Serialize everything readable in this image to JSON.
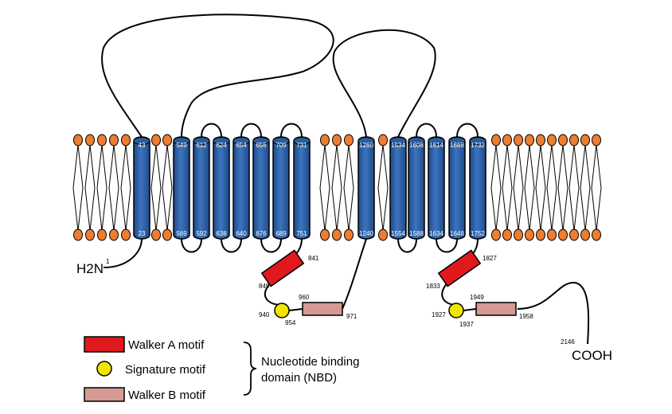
{
  "colors": {
    "helix": "#2e62a8",
    "lipid_head": "#ed7d31",
    "walker_a": "#e0191e",
    "signature": "#f2e600",
    "walker_b": "#d49a94"
  },
  "termini": {
    "n_terminus": "H2N",
    "n_residue": "1",
    "c_terminus": "COOH",
    "c_residue": "2146"
  },
  "helices": [
    {
      "top": "43",
      "bottom": "23"
    },
    {
      "top": "549",
      "bottom": "569"
    },
    {
      "top": "612",
      "bottom": "592"
    },
    {
      "top": "624",
      "bottom": "638"
    },
    {
      "top": "654",
      "bottom": "640"
    },
    {
      "top": "656",
      "bottom": "676"
    },
    {
      "top": "709",
      "bottom": "689"
    },
    {
      "top": "731",
      "bottom": "751"
    },
    {
      "top": "1260",
      "bottom": "1240"
    },
    {
      "top": "1534",
      "bottom": "1554"
    },
    {
      "top": "1608",
      "bottom": "1588"
    },
    {
      "top": "1614",
      "bottom": "1634"
    },
    {
      "top": "1668",
      "bottom": "1648"
    },
    {
      "top": "1732",
      "bottom": "1752"
    }
  ],
  "nbd1": {
    "walker_a_start": "841",
    "walker_a_end": "849",
    "signature_start": "940",
    "signature_end": "954",
    "walker_b_start": "960",
    "walker_b_end": "971"
  },
  "nbd2": {
    "walker_a_start": "1827",
    "walker_a_end": "1833",
    "signature_start": "1927",
    "signature_end": "1937",
    "walker_b_start": "1949",
    "walker_b_end": "1958"
  },
  "legend": {
    "walker_a": "Walker A motif",
    "signature": "Signature motif",
    "walker_b": "Walker B motif",
    "nbd_line1": "Nucleotide binding",
    "nbd_line2": "domain (NBD)"
  }
}
